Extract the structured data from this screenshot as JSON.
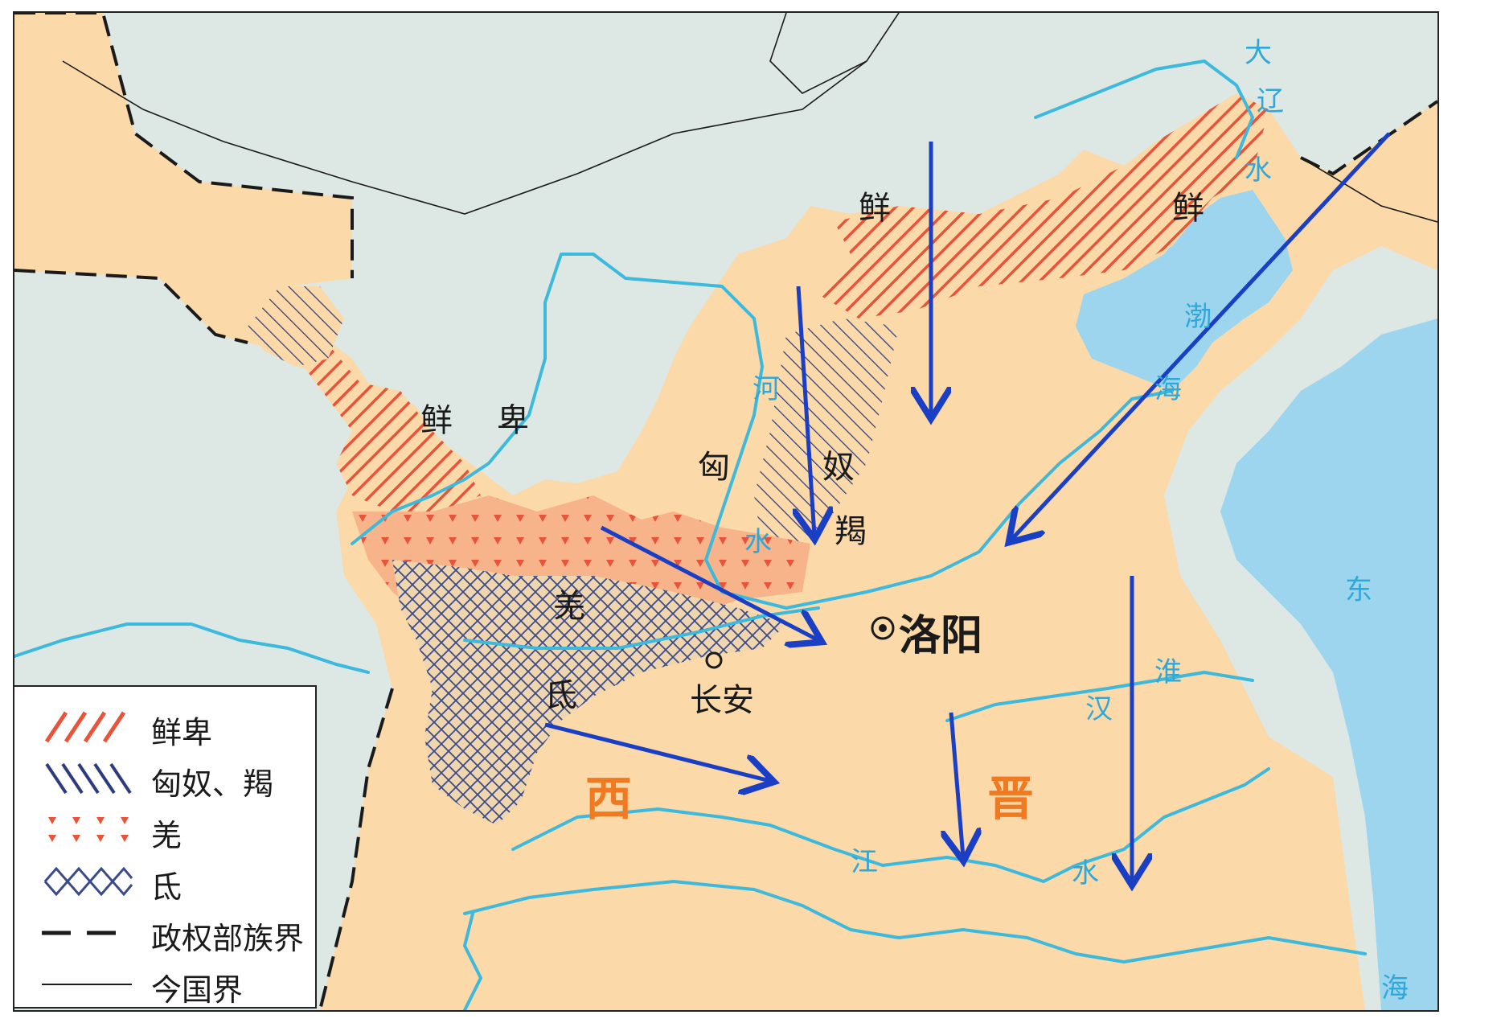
{
  "map": {
    "city_capital": "洛阳",
    "city_other": "长安",
    "state_chars": [
      "西",
      "晋"
    ],
    "ethnic_labels": {
      "xianbei_north": "鲜",
      "xianbei_west_a": "鲜",
      "xianbei_west_b": "卑",
      "xianbei_east": "鲜",
      "xiongnu_a": "匈",
      "xiongnu_b": "奴",
      "jie": "羯",
      "qiang": "羌",
      "di": "氐"
    },
    "water_labels": {
      "he_char": "河",
      "shui_char_north": "水",
      "liao_a": "大",
      "liao_b": "辽",
      "liao_c": "水",
      "bohai_a": "渤",
      "bohai_b": "海",
      "huai": "淮",
      "han": "汉",
      "jiang": "江",
      "shui_char_south": "水",
      "dong": "东",
      "hai": "海"
    },
    "colors": {
      "land_jin": "#fbd9a8",
      "land_outside": "#dde8e4",
      "sea": "#9dd5ef",
      "river": "#3cb9dc",
      "xianbei_hatch": "#e8533a",
      "xiongnu_hatch": "#2d3c7e",
      "qiang_mark": "#e8533a",
      "di_hatch": "#3b4b8a",
      "arrow": "#1b3fc4",
      "state_label": "#f07a22"
    }
  },
  "legend": {
    "items": [
      {
        "symbol": "red-diagonal-hatch",
        "label": "鲜卑"
      },
      {
        "symbol": "blue-diagonal-hatch",
        "label": "匈奴、羯"
      },
      {
        "symbol": "red-triangle-dots",
        "label": "羌"
      },
      {
        "symbol": "blue-crosshatch",
        "label": "氐"
      },
      {
        "symbol": "dashed-line",
        "label": "政权部族界"
      },
      {
        "symbol": "solid-line",
        "label": "今国界"
      }
    ]
  }
}
